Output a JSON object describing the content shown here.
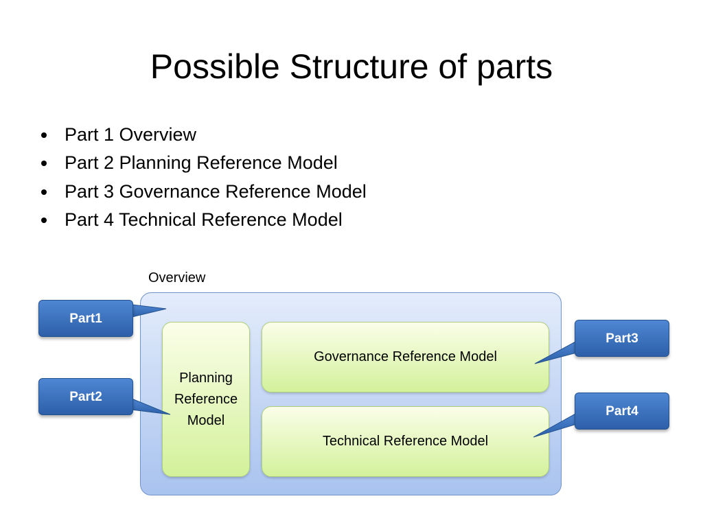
{
  "slide": {
    "title": "Possible Structure of parts",
    "bullets": [
      "Part 1 Overview",
      "Part 2 Planning Reference Model",
      "Part 3 Governance Reference Model",
      "Part 4 Technical Reference Model"
    ]
  },
  "diagram": {
    "overview_label": "Overview",
    "planning": [
      "Planning",
      "Reference",
      "Model"
    ],
    "governance": "Governance Reference Model",
    "technical": "Technical Reference Model",
    "callouts": {
      "part1": "Part1",
      "part2": "Part2",
      "part3": "Part3",
      "part4": "Part4"
    },
    "colors": {
      "outer_fill": "#a9c3ef",
      "inner_fill": "#d3f19b",
      "callout_fill": "#2c5fa8"
    }
  }
}
